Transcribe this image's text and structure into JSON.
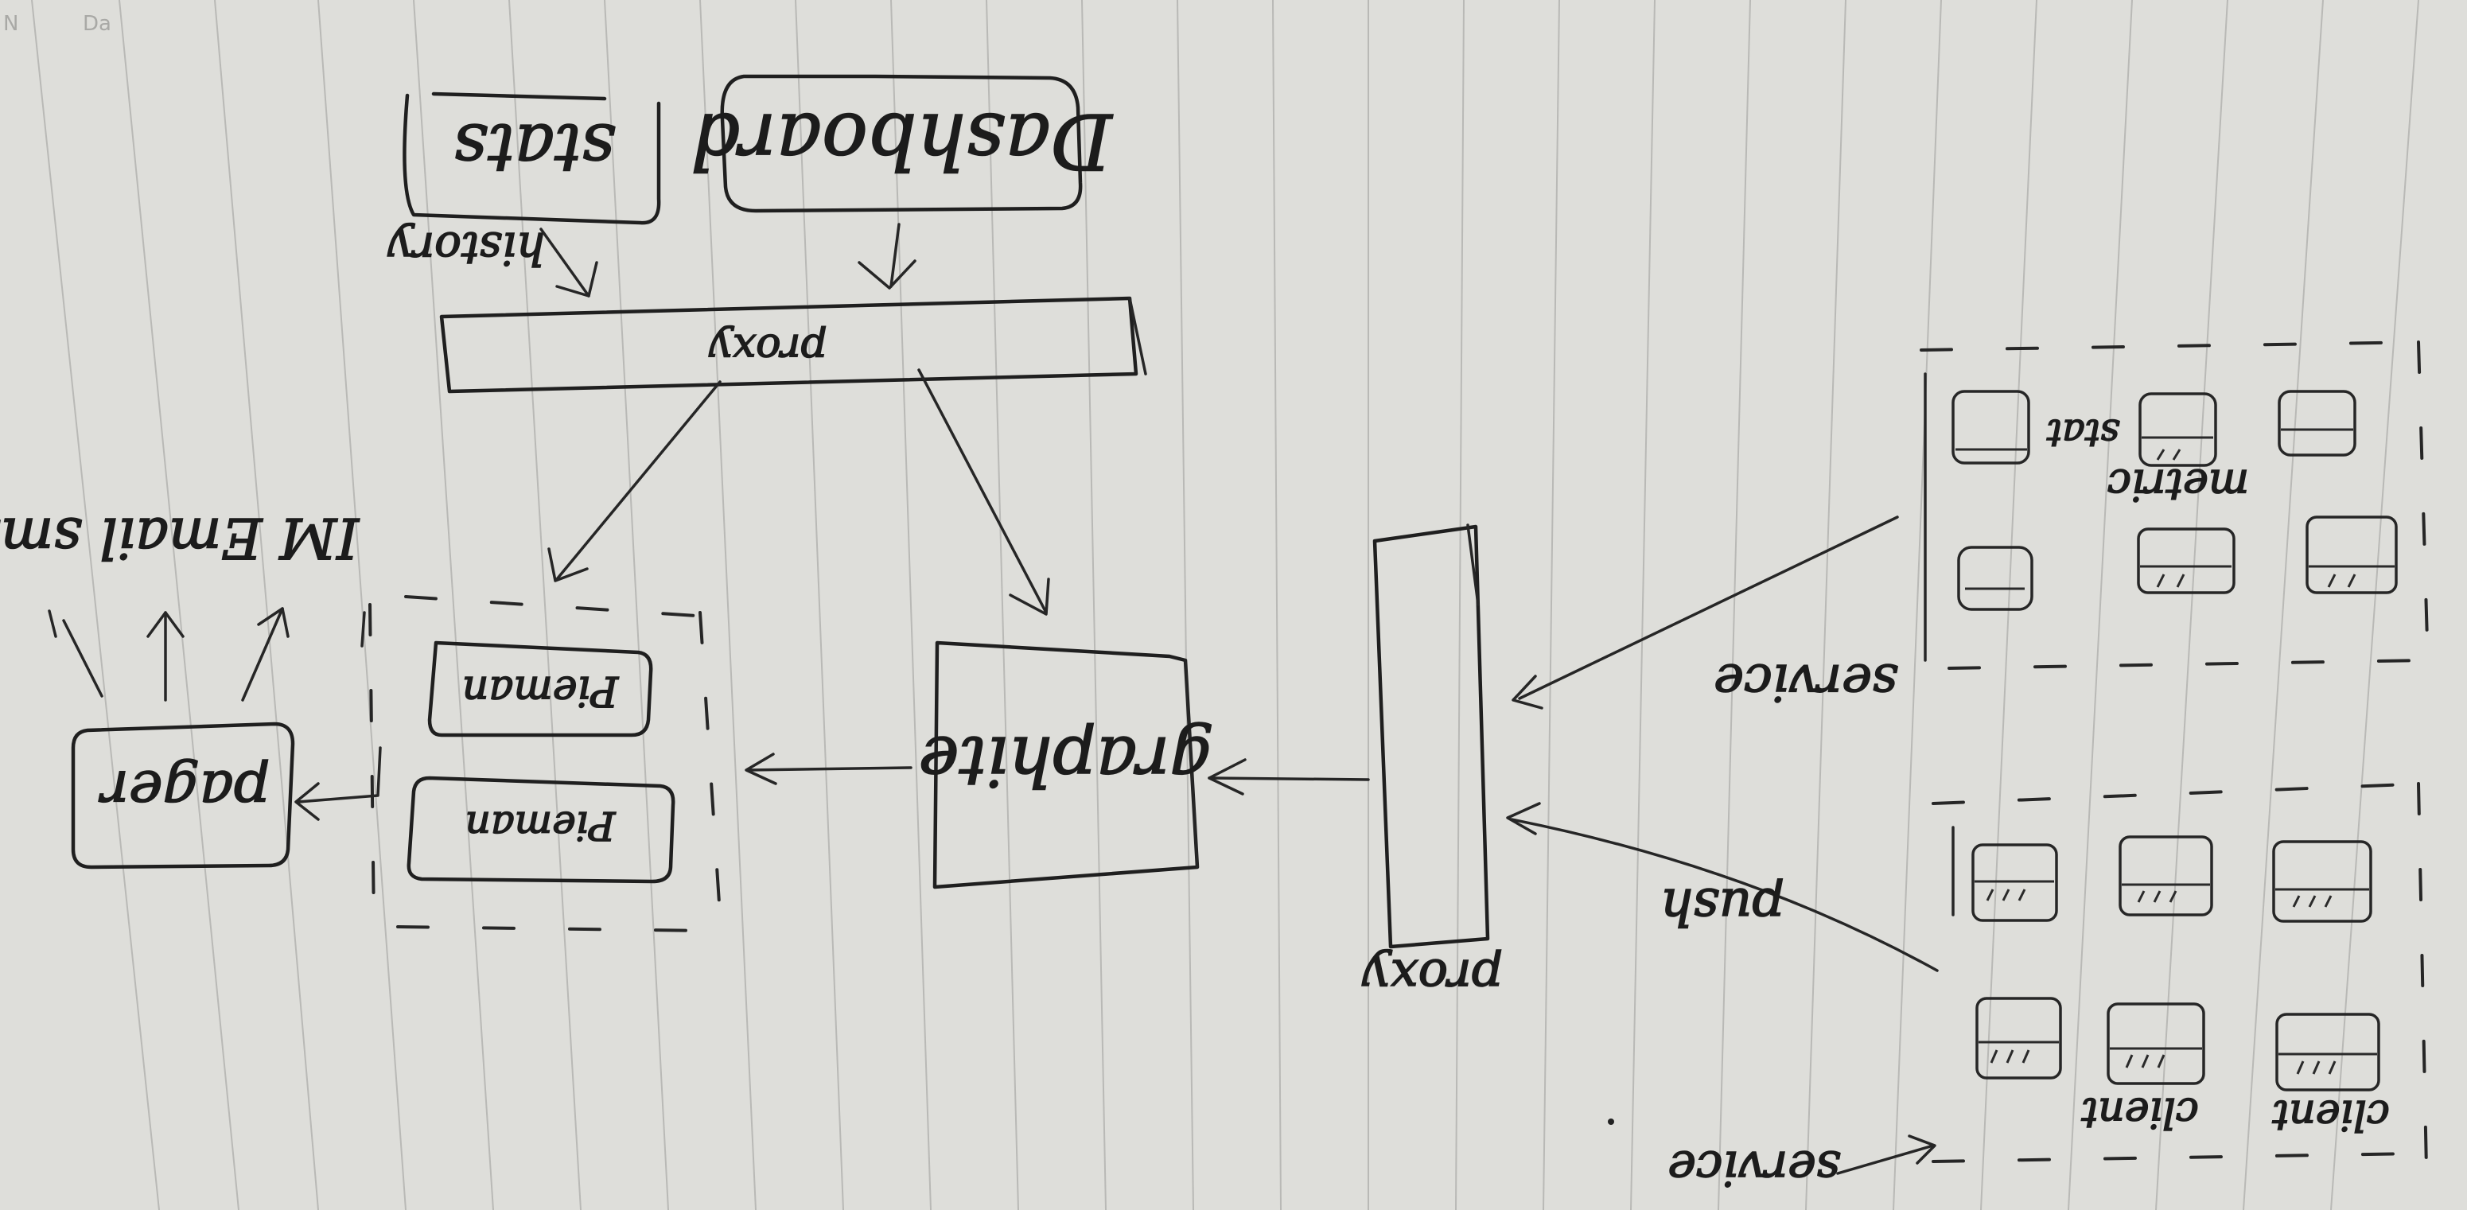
{
  "diagram": {
    "labels": {
      "dashboard": "Dashboard",
      "stats": "stats",
      "history": "history",
      "proxy_top": "proxy",
      "proxy_right": "proxy",
      "graphite": "graphite",
      "pieman_top": "Pieman",
      "pieman_bottom": "Pieman",
      "pager": "pager",
      "notify": "IM Email sms",
      "service_top": "service",
      "service_bottom": "service",
      "push": "push",
      "metric": "metric",
      "stat_small": "stat",
      "client_1": "client",
      "client_2": "client",
      "margin_1": "N",
      "margin_2": "Da"
    }
  }
}
